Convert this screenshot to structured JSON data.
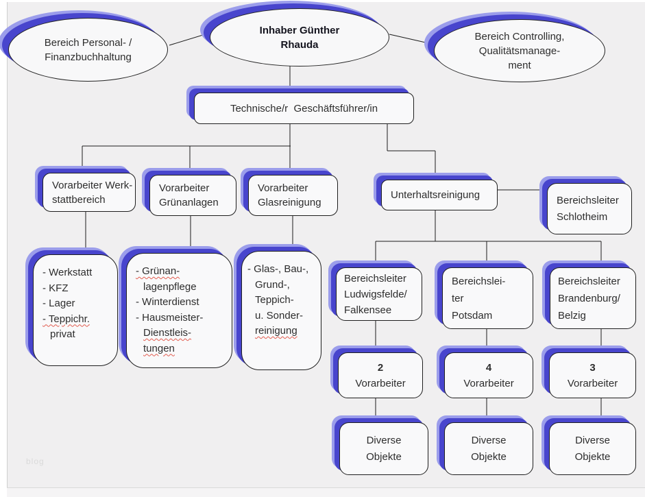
{
  "watermark": "blog",
  "ellipses": [
    {
      "lines": [
        "Bereich Personal- /",
        "Finanzbuchhaltung"
      ]
    },
    {
      "lines": [
        "Inhaber Günther",
        "Rhauda"
      ]
    },
    {
      "lines": [
        "Bereich Controlling,",
        "Qualitätsmanage-",
        "ment"
      ]
    }
  ],
  "director": {
    "lines": [
      "Technische/r  Geschäftsführer/in"
    ]
  },
  "row2": [
    {
      "lines": [
        "Vorarbeiter Werk-",
        "stattbereich"
      ]
    },
    {
      "lines": [
        "Vorarbeiter",
        "Grünanlagen"
      ]
    },
    {
      "lines": [
        "Vorarbeiter",
        "Glasreinigung"
      ]
    },
    {
      "lines": [
        "Unterhaltsreinigung"
      ]
    },
    {
      "lines": [
        "Bereichsleiter",
        "Schlotheim"
      ]
    }
  ],
  "task_lists": [
    {
      "items": [
        {
          "text": "- Werkstatt"
        },
        {
          "text": "- KFZ"
        },
        {
          "text": "- Lager"
        },
        {
          "text": "- Teppichr.",
          "squiggle": true
        },
        {
          "text": "privat",
          "indent": true
        }
      ]
    },
    {
      "items": [
        {
          "text": "- Grünan-",
          "squiggle": true
        },
        {
          "text": "lagenpflege",
          "indent": true
        },
        {
          "text": "- Winterdienst"
        },
        {
          "text": "- Hausmeister-"
        },
        {
          "text": "Dienstleis-",
          "indent": true,
          "squiggle": true
        },
        {
          "text": "tungen",
          "indent": true,
          "squiggle": true
        }
      ]
    },
    {
      "items": [
        {
          "text": "- Glas-, Bau-,"
        },
        {
          "text": "Grund-,",
          "indent": true
        },
        {
          "text": "Teppich-",
          "indent": true
        },
        {
          "text": "u. Sonder-",
          "indent": true
        },
        {
          "text": "reinigung",
          "indent": true,
          "squiggle": true
        }
      ]
    }
  ],
  "area_managers": [
    {
      "lines": [
        "Bereichsleiter",
        "Ludwigsfelde/",
        "Falkensee"
      ]
    },
    {
      "lines": [
        "Bereichslei-",
        "ter",
        "Potsdam"
      ]
    },
    {
      "lines": [
        "Bereichsleiter",
        "Brandenburg/",
        "Belzig"
      ]
    }
  ],
  "foreman_counts": [
    {
      "lines": [
        {
          "text": "2",
          "bold": true
        },
        {
          "text": "Vorarbeiter"
        }
      ]
    },
    {
      "lines": [
        {
          "text": "4",
          "bold": true
        },
        {
          "text": "Vorarbeiter"
        }
      ]
    },
    {
      "lines": [
        {
          "text": "3",
          "bold": true
        },
        {
          "text": "Vorarbeiter"
        }
      ]
    }
  ],
  "objects": [
    {
      "lines": [
        "Diverse",
        "Objekte"
      ]
    },
    {
      "lines": [
        "Diverse",
        "Objekte"
      ]
    },
    {
      "lines": [
        "Diverse",
        "Objekte"
      ]
    }
  ]
}
